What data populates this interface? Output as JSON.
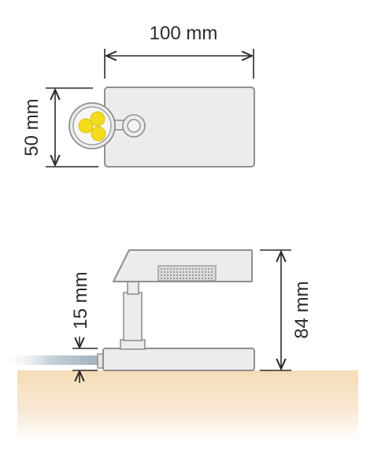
{
  "dimensions": {
    "top_width": "100 mm",
    "top_height": "50 mm",
    "side_height": "84 mm",
    "side_base_height": "15 mm"
  },
  "colors": {
    "led": "#f2dc1c",
    "body_fill": "#ececec",
    "body_stroke": "#8f8f8f",
    "surface_top": "#f5dcb8",
    "dim_line": "#2b2b2b"
  }
}
